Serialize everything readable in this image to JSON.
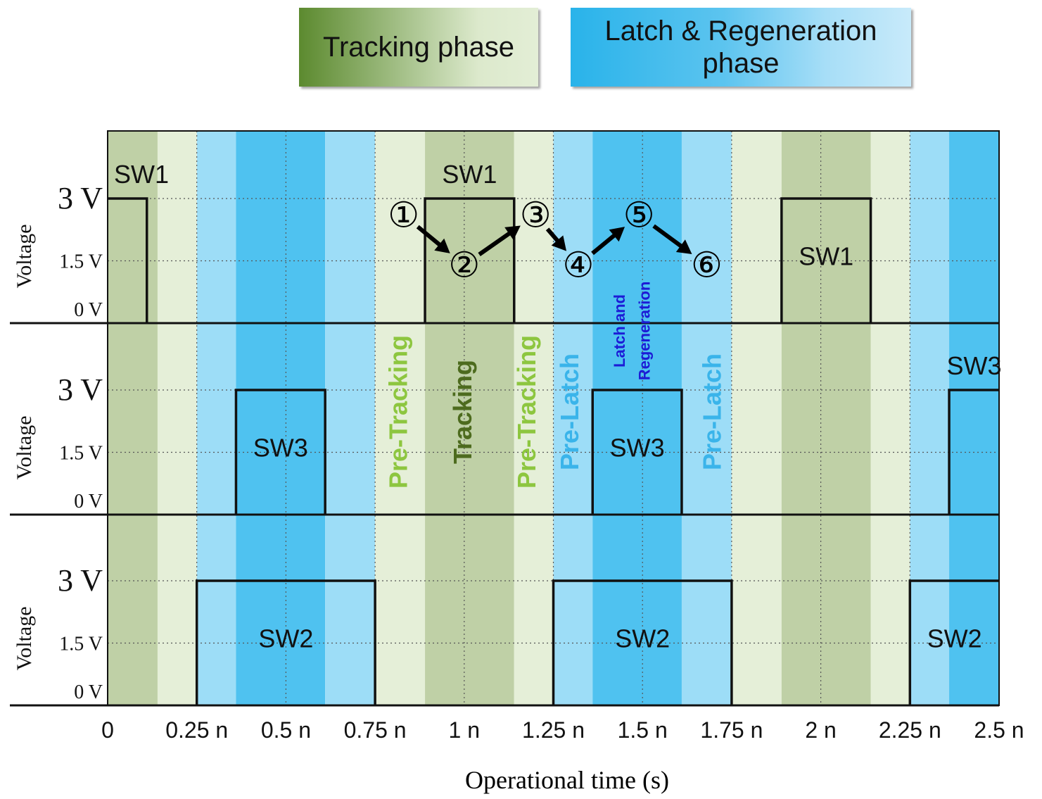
{
  "legend": {
    "tracking": "Tracking phase",
    "latch_line1": "Latch & Regeneration",
    "latch_line2": "phase"
  },
  "colors": {
    "dark_green": "#bfd0a6",
    "light_green": "#e5efd8",
    "light_blue": "#9dddf7",
    "dark_blue": "#4fc2f0",
    "pre_tracking_text": "#8dc63f",
    "tracking_text": "#4d6b1e",
    "pre_latch_text": "#3ab4ea",
    "latch_text": "#1c1cd6"
  },
  "chart_data": {
    "type": "timing-diagram",
    "xlabel": "Operational time (s)",
    "x_ticks": [
      {
        "value": 0,
        "label": "0"
      },
      {
        "value": 0.25,
        "label": "0.25 n"
      },
      {
        "value": 0.5,
        "label": "0.5 n"
      },
      {
        "value": 0.75,
        "label": "0.75 n"
      },
      {
        "value": 1.0,
        "label": "1 n"
      },
      {
        "value": 1.25,
        "label": "1.25 n"
      },
      {
        "value": 1.5,
        "label": "1.5 n"
      },
      {
        "value": 1.75,
        "label": "1.75 n"
      },
      {
        "value": 2.0,
        "label": "2 n"
      },
      {
        "value": 2.25,
        "label": "2.25 n"
      },
      {
        "value": 2.5,
        "label": "2.5 n"
      }
    ],
    "xlim": [
      0,
      2.5
    ],
    "phase_bands": [
      {
        "start": 0.0,
        "end": 0.14,
        "phase": "dark_green"
      },
      {
        "start": 0.14,
        "end": 0.25,
        "phase": "light_green"
      },
      {
        "start": 0.25,
        "end": 0.36,
        "phase": "light_blue"
      },
      {
        "start": 0.36,
        "end": 0.61,
        "phase": "dark_blue"
      },
      {
        "start": 0.61,
        "end": 0.75,
        "phase": "light_blue"
      },
      {
        "start": 0.75,
        "end": 0.89,
        "phase": "light_green"
      },
      {
        "start": 0.89,
        "end": 1.14,
        "phase": "dark_green"
      },
      {
        "start": 1.14,
        "end": 1.25,
        "phase": "light_green"
      },
      {
        "start": 1.25,
        "end": 1.36,
        "phase": "light_blue"
      },
      {
        "start": 1.36,
        "end": 1.61,
        "phase": "dark_blue"
      },
      {
        "start": 1.61,
        "end": 1.75,
        "phase": "light_blue"
      },
      {
        "start": 1.75,
        "end": 1.89,
        "phase": "light_green"
      },
      {
        "start": 1.89,
        "end": 2.14,
        "phase": "dark_green"
      },
      {
        "start": 2.14,
        "end": 2.25,
        "phase": "light_green"
      },
      {
        "start": 2.25,
        "end": 2.36,
        "phase": "light_blue"
      },
      {
        "start": 2.36,
        "end": 2.5,
        "phase": "dark_blue"
      }
    ],
    "panels": [
      {
        "ylabel": "Voltage",
        "y_ticks": [
          {
            "value": 3,
            "label": "3 V"
          },
          {
            "value": 1.5,
            "label": "1.5 V"
          },
          {
            "value": 0,
            "label": "0 V"
          }
        ],
        "pulses": [
          {
            "start": 0.0,
            "end": 0.11,
            "high": 3,
            "label": "SW1",
            "label_pos": "above"
          },
          {
            "start": 0.89,
            "end": 1.14,
            "high": 3,
            "label": "SW1",
            "label_pos": "above"
          },
          {
            "start": 1.89,
            "end": 2.14,
            "high": 3,
            "label": "SW1",
            "label_pos": "inside"
          }
        ]
      },
      {
        "ylabel": "Voltage",
        "y_ticks": [
          {
            "value": 3,
            "label": "3 V"
          },
          {
            "value": 1.5,
            "label": "1.5 V"
          },
          {
            "value": 0,
            "label": "0 V"
          }
        ],
        "pulses": [
          {
            "start": 0.36,
            "end": 0.61,
            "high": 3,
            "label": "SW3",
            "label_pos": "inside"
          },
          {
            "start": 1.36,
            "end": 1.61,
            "high": 3,
            "label": "SW3",
            "label_pos": "inside"
          },
          {
            "start": 2.36,
            "end": 2.5,
            "high": 3,
            "label": "SW3",
            "label_pos": "above"
          }
        ]
      },
      {
        "ylabel": "Voltage",
        "y_ticks": [
          {
            "value": 3,
            "label": "3 V"
          },
          {
            "value": 1.5,
            "label": "1.5 V"
          },
          {
            "value": 0,
            "label": "0 V"
          }
        ],
        "pulses": [
          {
            "start": 0.25,
            "end": 0.75,
            "high": 3,
            "label": "SW2",
            "label_pos": "inside"
          },
          {
            "start": 1.25,
            "end": 1.75,
            "high": 3,
            "label": "SW2",
            "label_pos": "inside"
          },
          {
            "start": 2.25,
            "end": 2.5,
            "high": 3,
            "label": "SW2",
            "label_pos": "inside"
          }
        ]
      }
    ],
    "phase_labels": [
      {
        "text": "Pre-Tracking",
        "x": 0.84,
        "color": "pre_tracking_text"
      },
      {
        "text": "Tracking",
        "x": 1.02,
        "color": "tracking_text"
      },
      {
        "text": "Pre-Tracking",
        "x": 1.2,
        "color": "pre_tracking_text"
      },
      {
        "text": "Pre-Latch",
        "x": 1.32,
        "color": "pre_latch_text"
      },
      {
        "text": "Latch and",
        "x": 1.45,
        "color": "latch_text"
      },
      {
        "text": "Regeneration",
        "x": 1.52,
        "color": "latch_text"
      },
      {
        "text": "Pre-Latch",
        "x": 1.72,
        "color": "pre_latch_text"
      }
    ],
    "steps": [
      {
        "label": "①",
        "x": 0.83,
        "v": 2.6
      },
      {
        "label": "②",
        "x": 1.0,
        "v": 1.4
      },
      {
        "label": "③",
        "x": 1.2,
        "v": 2.6
      },
      {
        "label": "④",
        "x": 1.32,
        "v": 1.4
      },
      {
        "label": "⑤",
        "x": 1.49,
        "v": 2.6
      },
      {
        "label": "⑥",
        "x": 1.68,
        "v": 1.4
      }
    ]
  }
}
